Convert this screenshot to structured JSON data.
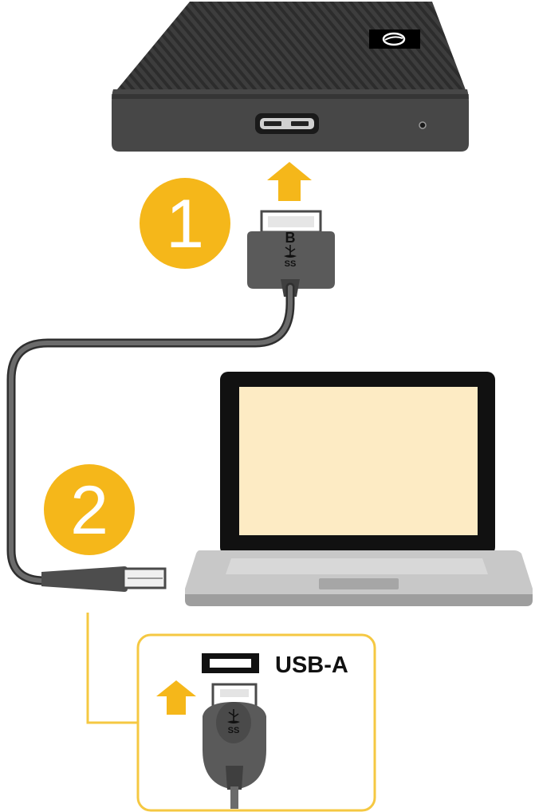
{
  "steps": [
    {
      "number": "1",
      "target": "usb-b-port"
    },
    {
      "number": "2",
      "target": "usb-a-port"
    }
  ],
  "connector_b": {
    "label": "B"
  },
  "port_label": {
    "text": "USB-A"
  },
  "colors": {
    "accent": "#F5B71A",
    "drive_body": "#3B3B3B",
    "drive_front": "#4A4A4A",
    "cable": "#555555",
    "laptop_frame": "#111111",
    "laptop_screen": "#FDEBC4",
    "laptop_base": "#BDBDBD",
    "outline": "#F5C842"
  },
  "icons": [
    "seagate-logo-icon",
    "usb-symbol-icon",
    "arrow-up-icon"
  ]
}
